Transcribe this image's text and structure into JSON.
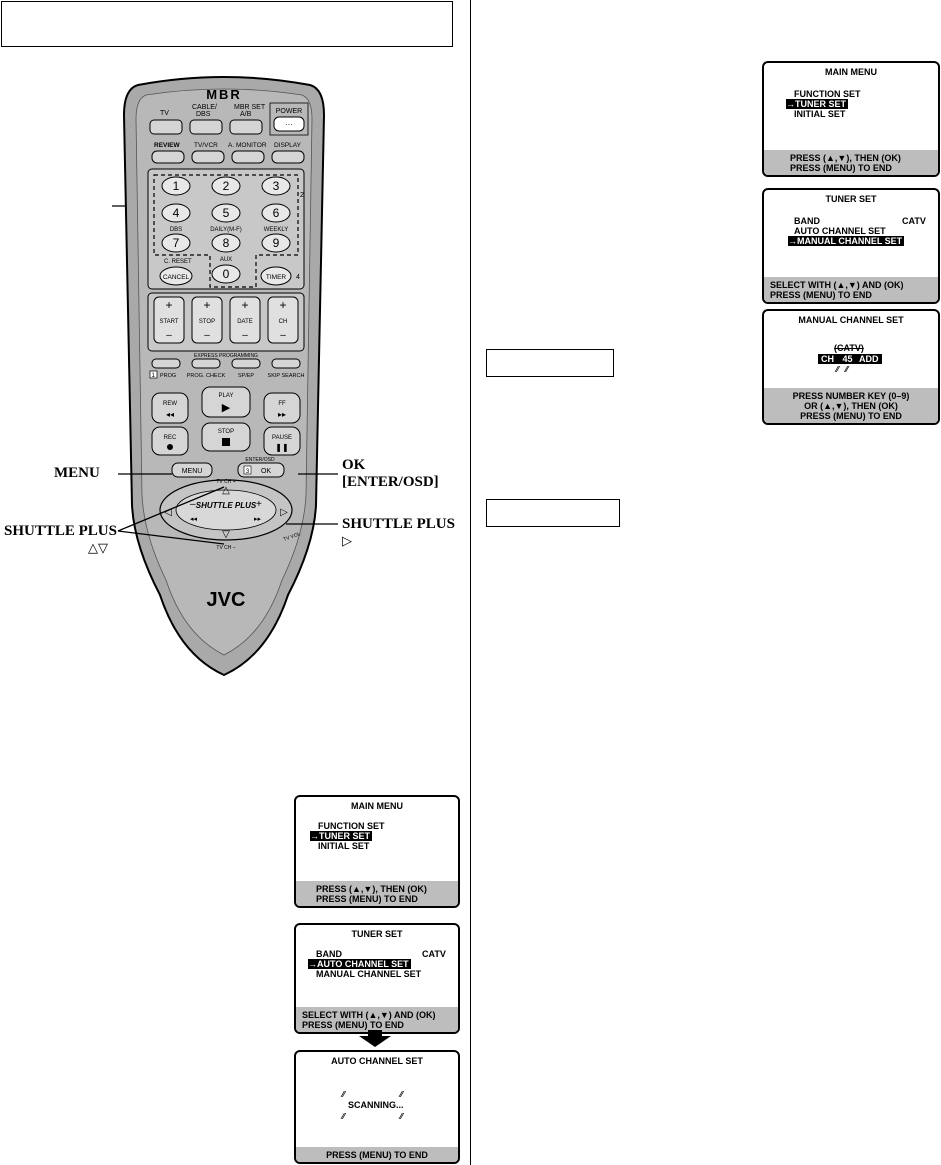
{
  "remote": {
    "brand_logo": "MBR",
    "maker_logo": "JVC",
    "mode_buttons": [
      "TV",
      "CABLE/\nDBS",
      "MBR SET\nA/B"
    ],
    "power_label": "POWER",
    "function_row": [
      "REVIEW",
      "TV/VCR",
      "A. MONITOR",
      "DISPLAY"
    ],
    "digits": [
      "1",
      "2",
      "3",
      "4",
      "5",
      "6",
      "7",
      "8",
      "9",
      "0"
    ],
    "digit_sublabels": {
      "4": "DBS",
      "5": "DAILY(M-F)",
      "6": "WEEKLY"
    },
    "cancel_label": "CANCEL",
    "c_reset_label": "C. RESET",
    "aux_label": "AUX",
    "timer_label": "TIMER",
    "timer_step": "4",
    "keypad_step": "2",
    "express_labels": [
      "START",
      "STOP",
      "DATE",
      "CH"
    ],
    "express_programming": "EXPRESS PROGRAMMING",
    "small_buttons": [
      "PROG",
      "PROG. CHECK",
      "SP/EP",
      "SKIP SEARCH"
    ],
    "prog_step": "1",
    "transport": {
      "rew": "REW",
      "play": "PLAY",
      "ff": "FF",
      "rec": "REC",
      "stop": "STOP",
      "pause": "PAUSE"
    },
    "menu_label": "MENU",
    "ok_label": "OK",
    "ok_step": "3",
    "enter_osd": "ENTER/OSD",
    "shuttle_label": "SHUTTLE PLUS",
    "tv_ch_plus": "TV CH +",
    "tv_ch_minus": "TV CH –",
    "tv_vol": "TV VOL",
    "volume_icon": "play-triangle-icon"
  },
  "callouts": {
    "menu": "MENU",
    "ok": "OK",
    "enter_osd": "[ENTER/OSD]",
    "shuttle_left": "SHUTTLE PLUS",
    "shuttle_left_sym": "△▽",
    "shuttle_right": "SHUTTLE PLUS",
    "shuttle_right_sym": "▷"
  },
  "screens": {
    "main_menu": {
      "title": "MAIN MENU",
      "items": [
        "FUNCTION SET",
        "→TUNER SET",
        "INITIAL SET"
      ],
      "footer": [
        "PRESS (▲,▼), THEN (OK)",
        "PRESS (MENU) TO END"
      ]
    },
    "tuner_set_manual": {
      "title": "TUNER SET",
      "band": "BAND",
      "band_value": "CATV",
      "items": [
        "AUTO CHANNEL SET",
        "→MANUAL CHANNEL SET"
      ],
      "footer": [
        "SELECT WITH (▲,▼) AND (OK)",
        "PRESS (MENU) TO END"
      ]
    },
    "manual_channel_set": {
      "title": "MANUAL CHANNEL SET",
      "band": "(CATV)",
      "ch": "CH",
      "channel": "45",
      "add": "ADD",
      "footer": [
        "PRESS NUMBER KEY (0–9)",
        "OR (▲,▼), THEN (OK)",
        "PRESS (MENU) TO END"
      ]
    },
    "main_menu_2": {
      "title": "MAIN MENU",
      "items": [
        "FUNCTION SET",
        "→TUNER SET",
        "INITIAL SET"
      ],
      "footer": [
        "PRESS (▲,▼), THEN (OK)",
        "PRESS (MENU) TO END"
      ]
    },
    "tuner_set_auto": {
      "title": "TUNER SET",
      "band": "BAND",
      "band_value": "CATV",
      "items": [
        "→AUTO CHANNEL SET",
        "MANUAL CHANNEL SET"
      ],
      "footer": [
        "SELECT WITH (▲,▼) AND (OK)",
        "PRESS (MENU) TO END"
      ]
    },
    "auto_channel_set": {
      "title": "AUTO CHANNEL SET",
      "status": "SCANNING...",
      "footer": [
        "PRESS (MENU) TO END"
      ]
    }
  }
}
